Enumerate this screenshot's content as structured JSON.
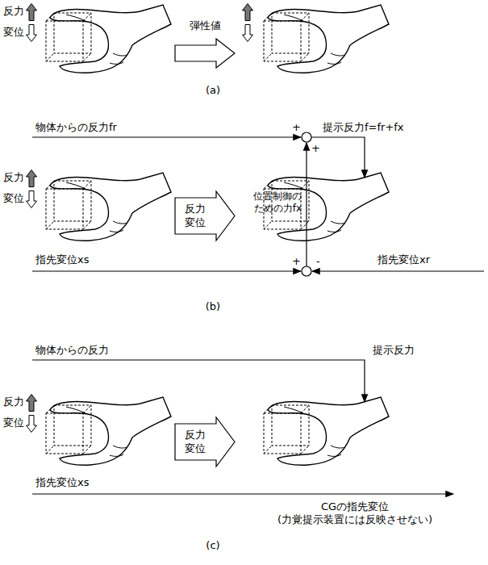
{
  "diagram": {
    "nodes": [
      {
        "text": [
          "弾性値"
        ]
      },
      {
        "text": [
          "反力 変位"
        ]
      },
      {
        "text": [
          "反力 変位"
        ]
      }
    ],
    "labels": [
      "反力",
      "変位",
      "(a)",
      "物体からの反力fr",
      "提示反力f=fr+fx",
      "反力",
      "変位",
      "+",
      "+",
      "位置制御の ための力fx",
      "+",
      "-",
      "指先変位xs",
      "指先変位xr",
      "(b)",
      "反力",
      "変位",
      "物体からの反力",
      "提示反力",
      "指先変位xs",
      "CGの指先変位 (力覚提示装置には反映させない)",
      "(c)"
    ]
  }
}
